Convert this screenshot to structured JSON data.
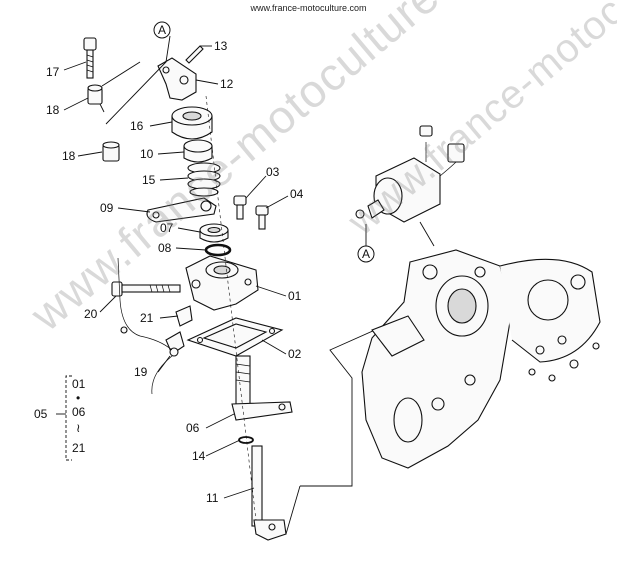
{
  "header": {
    "site_url": "www.france-motoculture.com"
  },
  "watermark": {
    "text": "www.france-motoculture.com"
  },
  "reference_markers": [
    "A",
    "A"
  ],
  "callouts": {
    "p01": "01",
    "p02": "02",
    "p03": "03",
    "p04": "04",
    "p06": "06",
    "p07": "07",
    "p08": "08",
    "p09": "09",
    "p10": "10",
    "p11": "11",
    "p12": "12",
    "p13": "13",
    "p14": "14",
    "p15": "15",
    "p16": "16",
    "p17": "17",
    "p18a": "18",
    "p18b": "18",
    "p19": "19",
    "p20": "20",
    "p21": "21"
  },
  "assembly_group": {
    "label": "05",
    "items": [
      "01",
      "•",
      "06",
      "≀",
      "21"
    ]
  },
  "colors": {
    "line": "#111111",
    "watermark": "#8c8c8c",
    "background": "#ffffff"
  }
}
